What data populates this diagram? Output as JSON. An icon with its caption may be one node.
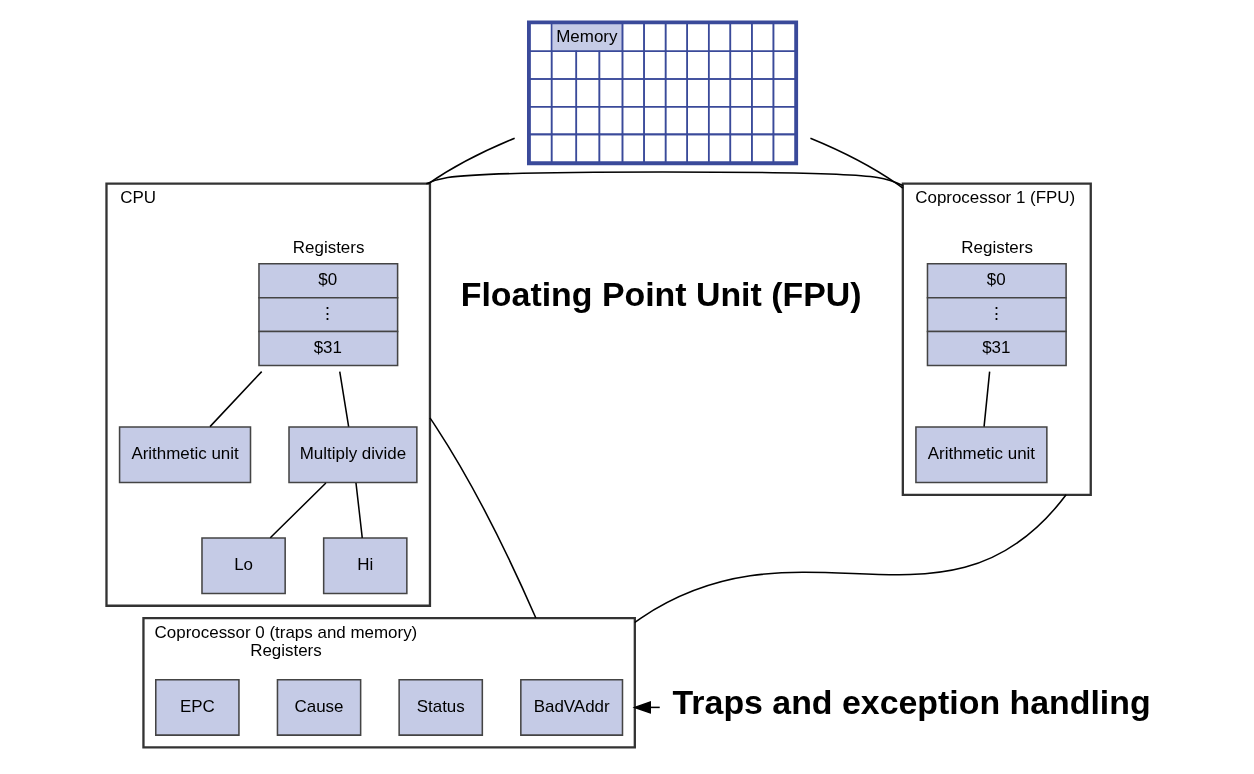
{
  "diagram": {
    "nodes": [
      {
        "text": [
          "Memory"
        ]
      },
      {
        "text": [
          "CPU"
        ]
      },
      {
        "text": [
          "Registers",
          "$0",
          "⋮",
          "$31"
        ],
        "in": 1
      },
      {
        "text": [
          "Arithmetic unit"
        ],
        "in": 1
      },
      {
        "text": [
          "Multiply divide"
        ],
        "in": 1
      },
      {
        "text": [
          "Lo"
        ],
        "in": 1
      },
      {
        "text": [
          "Hi"
        ],
        "in": 1
      },
      {
        "text": [
          "Coprocessor 1 (FPU)"
        ]
      },
      {
        "text": [
          "Registers",
          "$0",
          "⋮",
          "$31"
        ],
        "in": 7
      },
      {
        "text": [
          "Arithmetic unit"
        ],
        "in": 7
      },
      {
        "text": [
          "Coprocessor 0 (traps and memory)",
          "Registers"
        ]
      },
      {
        "text": [
          "BadVAddr"
        ],
        "in": 10
      },
      {
        "text": [
          "Status"
        ],
        "in": 10
      },
      {
        "text": [
          "Cause"
        ],
        "in": 10
      },
      {
        "text": [
          "EPC"
        ],
        "in": 10
      },
      {
        "text": [
          "Traps and exception handling"
        ]
      }
    ],
    "edges": [
      {
        "from": 0,
        "to": 1,
        "arrow": "none"
      },
      {
        "from": 0,
        "to": 7,
        "arrow": "none"
      },
      {
        "from": 2,
        "to": 3,
        "arrow": "none"
      },
      {
        "from": 2,
        "to": 4,
        "arrow": "none"
      },
      {
        "from": 4,
        "to": 5,
        "arrow": "none"
      },
      {
        "from": 4,
        "to": 6,
        "arrow": "none"
      },
      {
        "from": 8,
        "to": 9,
        "arrow": "none"
      },
      {
        "from": 1,
        "to": 7,
        "arrow": "none"
      },
      {
        "from": 1,
        "to": 10,
        "arrow": "none"
      },
      {
        "from": 7,
        "to": 10,
        "arrow": "none"
      },
      {
        "from": 15,
        "to": 10,
        "arrow": "to"
      }
    ],
    "labels": [
      "Floating Point Unit (FPU)"
    ]
  }
}
